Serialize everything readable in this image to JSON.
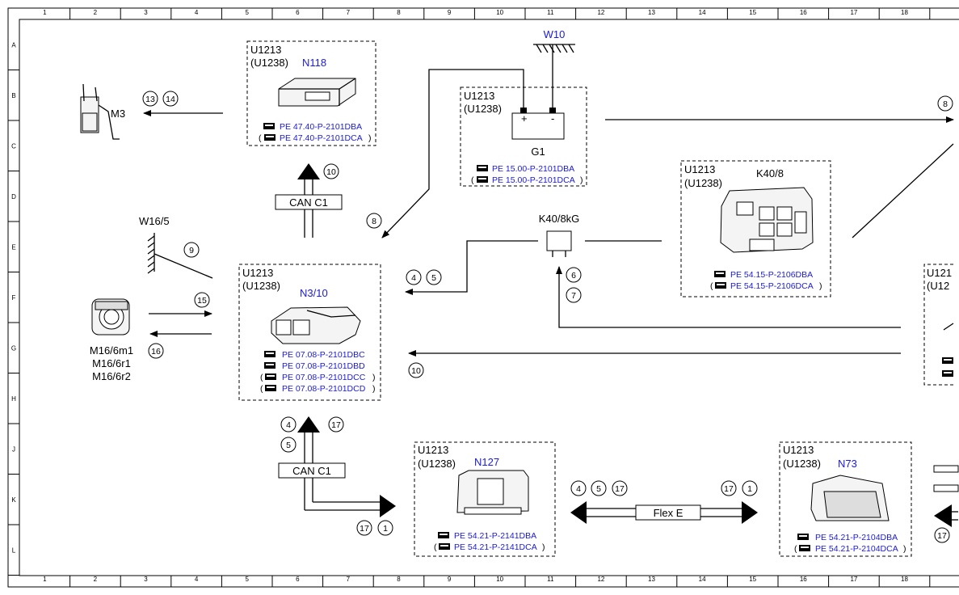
{
  "grid": {
    "cols": [
      "1",
      "2",
      "3",
      "4",
      "5",
      "6",
      "7",
      "8",
      "9",
      "10",
      "11",
      "12",
      "13",
      "14",
      "15",
      "16",
      "17",
      "18"
    ],
    "rows": [
      "A",
      "B",
      "C",
      "D",
      "E",
      "F",
      "G",
      "H",
      "J",
      "K",
      "L"
    ]
  },
  "components": {
    "n118": {
      "code": "U1213",
      "alt": "(U1238)",
      "name": "N118",
      "refs": [
        "PE 47.40-P-2101DBA",
        "PE 47.40-P-2101DCA"
      ]
    },
    "g1": {
      "code": "U1213",
      "alt": "(U1238)",
      "name": "G1",
      "refs": [
        "PE 15.00-P-2101DBA",
        "PE 15.00-P-2101DCA"
      ],
      "plus": "+",
      "minus": "-"
    },
    "w10": {
      "name": "W10"
    },
    "m3": {
      "name": "M3"
    },
    "k40_8": {
      "code": "U1213",
      "alt": "(U1238)",
      "name": "K40/8",
      "refs": [
        "PE 54.15-P-2106DBA",
        "PE 54.15-P-2106DCA"
      ]
    },
    "k40_8kg": {
      "name": "K40/8kG"
    },
    "w16_5": {
      "name": "W16/5"
    },
    "n3_10": {
      "code": "U1213",
      "alt": "(U1238)",
      "name": "N3/10",
      "refs": [
        "PE 07.08-P-2101DBC",
        "PE 07.08-P-2101DBD",
        "PE 07.08-P-2101DCC",
        "PE 07.08-P-2101DCD"
      ]
    },
    "m16": {
      "names": [
        "M16/6m1",
        "M16/6r1",
        "M16/6r2"
      ]
    },
    "n127": {
      "code": "U1213",
      "alt": "(U1238)",
      "name": "N127",
      "refs": [
        "PE 54.21-P-2141DBA",
        "PE 54.21-P-2141DCA"
      ]
    },
    "n73": {
      "code": "U1213",
      "alt": "(U1238)",
      "name": "N73",
      "refs": [
        "PE 54.21-P-2104DBA",
        "PE 54.21-P-2104DCA"
      ]
    },
    "right_cut": {
      "code": "U121",
      "alt": "(U12"
    }
  },
  "buses": {
    "can_top": "CAN C1",
    "can_bottom": "CAN C1",
    "flex": "Flex E"
  },
  "signals": {
    "s13": "13",
    "s14": "14",
    "s10a": "10",
    "s8a": "8",
    "s8b": "8",
    "s9": "9",
    "s4a": "4",
    "s5a": "5",
    "s6": "6",
    "s7": "7",
    "s15": "15",
    "s16": "16",
    "s10b": "10",
    "s4b": "4",
    "s5b": "5",
    "s17a": "17",
    "s17b": "17",
    "s1a": "1",
    "s4c": "4",
    "s5c": "5",
    "s17c": "17",
    "s17d": "17",
    "s1b": "1",
    "s17e": "17"
  },
  "colors": {
    "link": "#1a1ae0",
    "line": "#000000"
  }
}
